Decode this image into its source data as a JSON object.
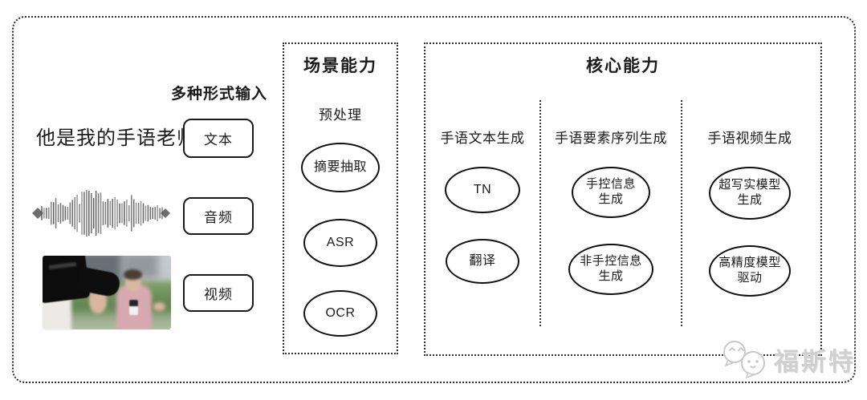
{
  "input": {
    "header": "多种形式输入",
    "sentence": "他是我的手语老师",
    "types": [
      {
        "label": "文本"
      },
      {
        "label": "音频"
      },
      {
        "label": "视频"
      }
    ]
  },
  "scene": {
    "title": "场景能力",
    "stage": "预处理",
    "nodes": [
      "摘要抽取",
      "ASR",
      "OCR"
    ]
  },
  "core": {
    "title": "核心能力",
    "columns": [
      {
        "header": "手语文本生成",
        "nodes": [
          "TN",
          "翻译"
        ]
      },
      {
        "header": "手语要素序列生成",
        "nodes": [
          "手控信息\n生成",
          "非手控信息\n生成"
        ]
      },
      {
        "header": "手语视频生成",
        "nodes": [
          "超写实模型\n生成",
          "高精度模型\n驱动"
        ]
      }
    ]
  },
  "watermark": {
    "brand": "福斯特"
  },
  "colors": {
    "line": "#1b1b1b",
    "panel_border": "#333333",
    "watermark": "#cfcfcf",
    "waveform": "#4a4a4a"
  }
}
